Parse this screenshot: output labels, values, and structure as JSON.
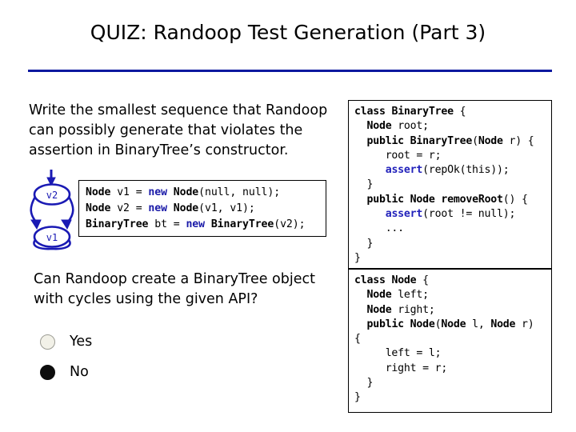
{
  "slide": {
    "title": "QUIZ: Randoop Test Generation (Part 3)",
    "rule_color": "#0b189f"
  },
  "left": {
    "prompt": "Write the smallest sequence that Randoop can possibly generate that violates the assertion in BinaryTree’s constructor.",
    "diagram": {
      "nodes": [
        {
          "id": "v2",
          "label": "v2"
        },
        {
          "id": "v1",
          "label": "v1"
        }
      ],
      "edge_color": "#1a1ab4",
      "description": "v2 points to v1 twice (left and right); v1 has incoming arrow loop"
    },
    "code": {
      "language": "java",
      "lines": [
        "Node v1 = new Node(null, null);",
        "Node v2 = new Node(v1, v1);",
        "BinaryTree bt = new BinaryTree(v2);"
      ]
    },
    "question": "Can Randoop create a BinaryTree object with cycles using the given API?",
    "options": [
      {
        "label": "Yes",
        "selected": false
      },
      {
        "label": "No",
        "selected": true
      }
    ]
  },
  "right": {
    "code_boxes": [
      {
        "name": "binary-tree-class",
        "lines": [
          "class BinaryTree {",
          "  Node root;",
          "  public BinaryTree(Node r) {",
          "     root = r;",
          "     assert(repOk(this));",
          "  }",
          "  public Node removeRoot() {",
          "     assert(root != null);",
          "     ...",
          "  }",
          "}"
        ]
      },
      {
        "name": "node-class",
        "lines": [
          "class Node {",
          "  Node left;",
          "  Node right;",
          "  public Node(Node l, Node r)",
          "{",
          "     left = l;",
          "     right = r;",
          "  }",
          "}"
        ]
      }
    ]
  }
}
